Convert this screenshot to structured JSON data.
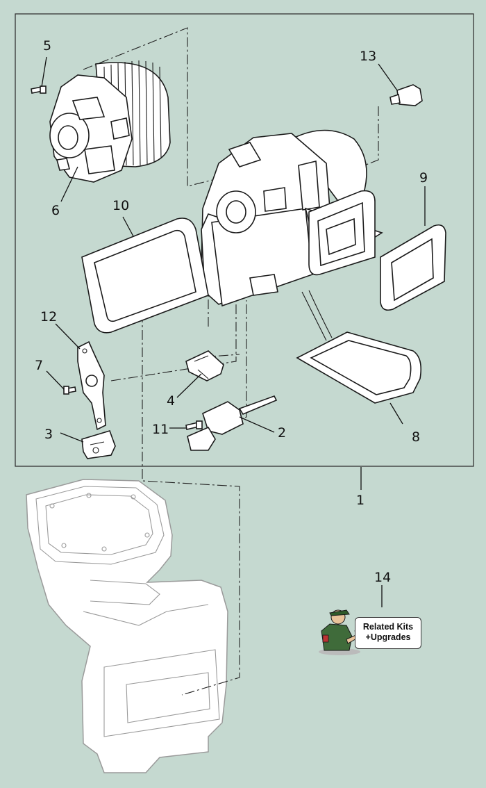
{
  "callouts": {
    "c1": "1",
    "c2": "2",
    "c3": "3",
    "c4": "4",
    "c5": "5",
    "c6": "6",
    "c7": "7",
    "c8": "8",
    "c9": "9",
    "c10": "10",
    "c11": "11",
    "c12": "12",
    "c13": "13",
    "c14": "14"
  },
  "badge": {
    "line1": "Related Kits",
    "line2": "+Upgrades"
  },
  "icons": {
    "mechanic": "mechanic-icon"
  },
  "colors": {
    "background": "#c5d9d0",
    "ink": "#111111",
    "badge_green": "#3f6b3a"
  }
}
